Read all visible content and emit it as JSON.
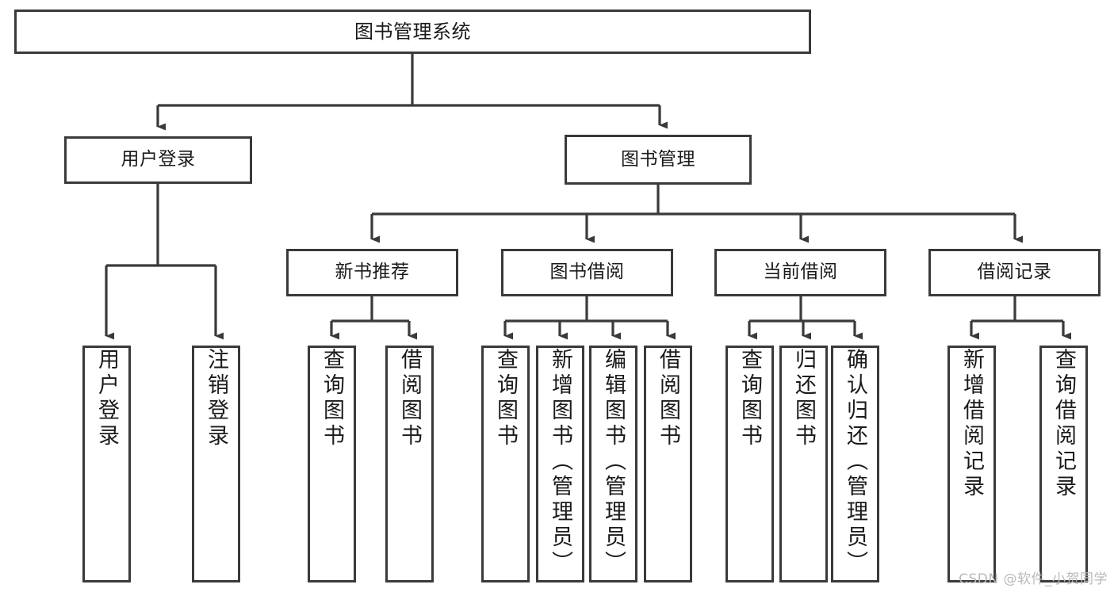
{
  "diagram": {
    "type": "tree-hierarchy",
    "title": "图书管理系统",
    "watermark": "CSDN @软件_小贺同学",
    "colors": {
      "box_border": "#3a3a3a",
      "box_fill": "#ffffff",
      "connector": "#3a3a3a",
      "text": "#1a1a1a",
      "watermark": "#b9b9b9",
      "background": "#ffffff"
    },
    "root": {
      "label": "图书管理系统"
    },
    "level1": [
      {
        "label": "用户登录"
      },
      {
        "label": "图书管理"
      }
    ],
    "level2": [
      {
        "label": "新书推荐"
      },
      {
        "label": "图书借阅"
      },
      {
        "label": "当前借阅"
      },
      {
        "label": "借阅记录"
      }
    ],
    "leaves": {
      "user_login": [
        {
          "label": "用户登录"
        },
        {
          "label": "注销登录"
        }
      ],
      "new_book_recommend": [
        {
          "label": "查询图书"
        },
        {
          "label": "借阅图书"
        }
      ],
      "book_borrow": [
        {
          "label": "查询图书"
        },
        {
          "label": "新增图书（管理员）"
        },
        {
          "label": "编辑图书（管理员）"
        },
        {
          "label": "借阅图书"
        }
      ],
      "current_borrow": [
        {
          "label": "查询图书"
        },
        {
          "label": "归还图书"
        },
        {
          "label": "确认归还（管理员）"
        }
      ],
      "borrow_record": [
        {
          "label": "新增借阅记录"
        },
        {
          "label": "查询借阅记录"
        }
      ]
    }
  }
}
